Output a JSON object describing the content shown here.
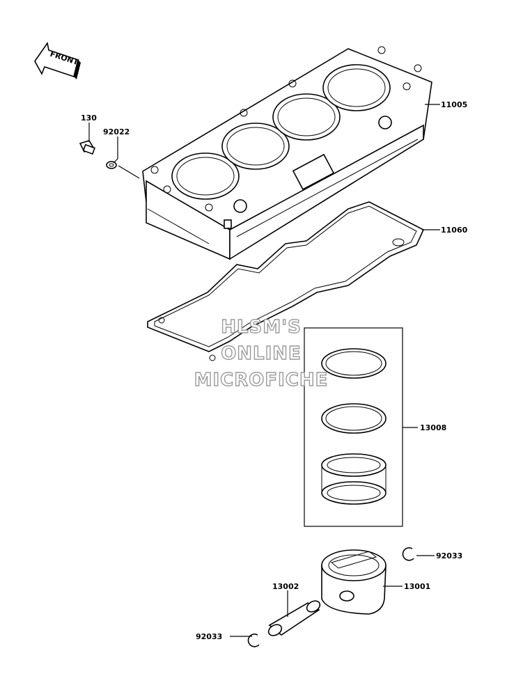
{
  "front_label": "FRONT",
  "watermark": {
    "line1": "HLSM'S",
    "line2": "ONLINE",
    "line3": "MICROFICHE"
  },
  "callouts": {
    "cylinder": "11005",
    "gasket": "11060",
    "bolt": "130",
    "washer": "92022",
    "ring_set": "13008",
    "circlip_upper": "92033",
    "piston": "13001",
    "piston_pin": "13002",
    "circlip_lower": "92033"
  }
}
